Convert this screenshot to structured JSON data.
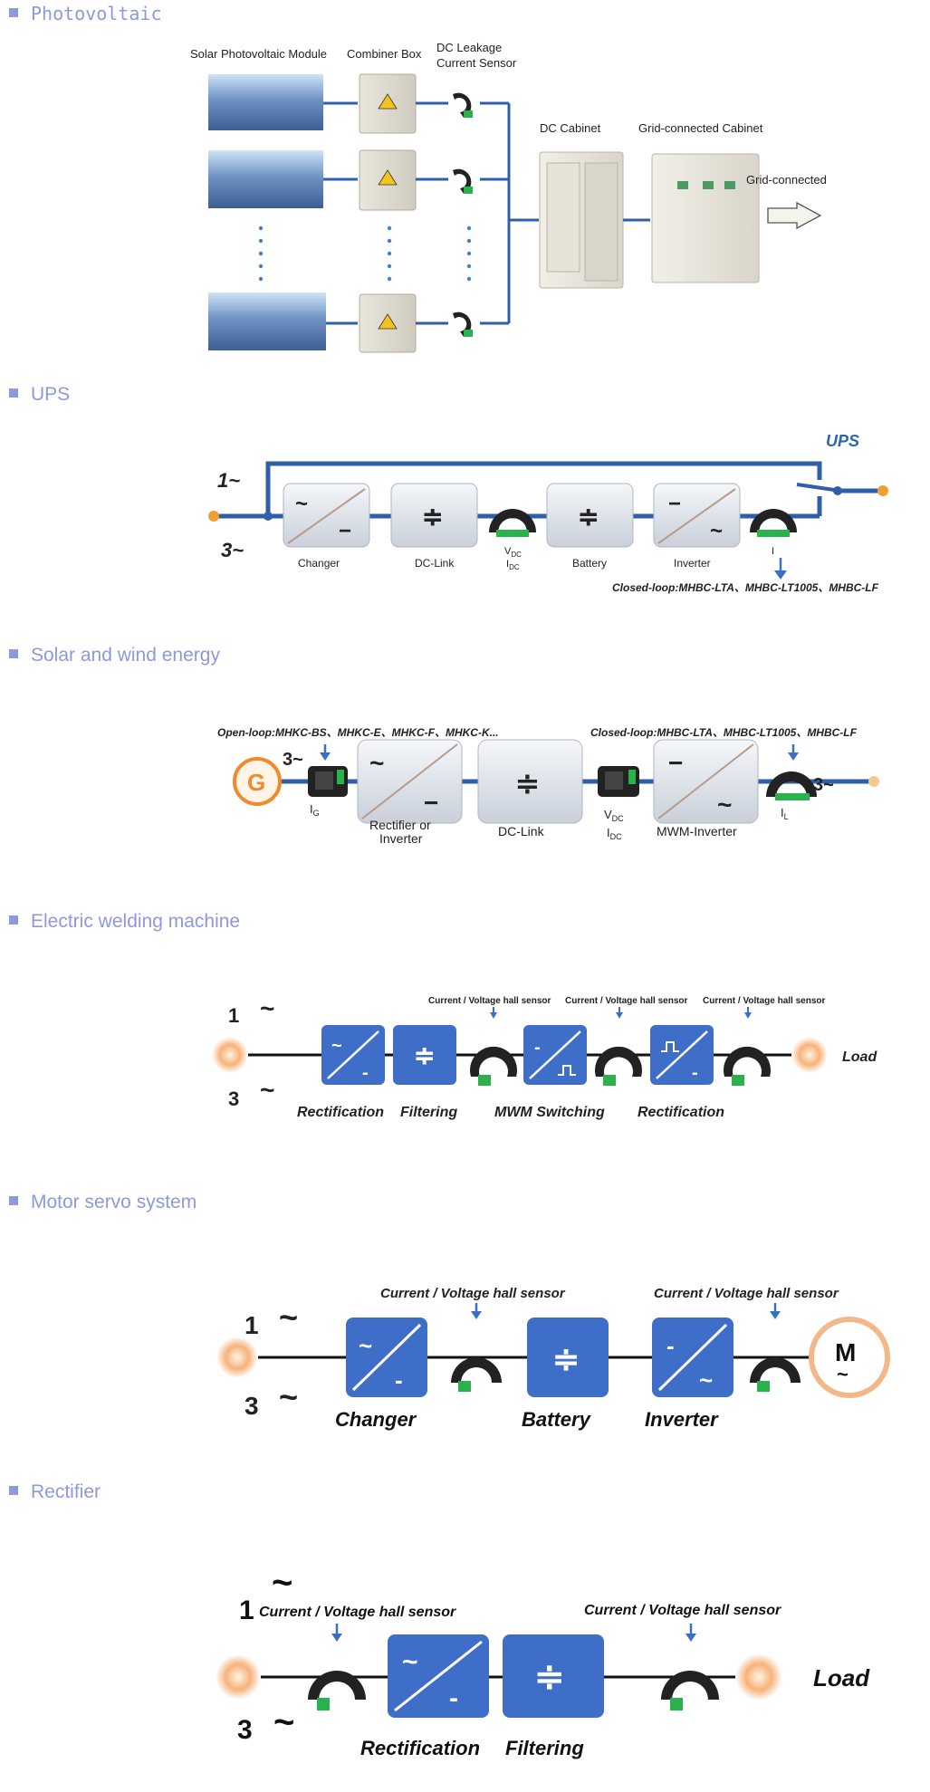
{
  "sections": [
    {
      "title": "Photovoltaic"
    },
    {
      "title": "UPS"
    },
    {
      "title": "Solar and wind energy"
    },
    {
      "title": "Electric welding machine"
    },
    {
      "title": "Motor servo system"
    },
    {
      "title": "Rectifier"
    }
  ],
  "colors": {
    "title": "#8e98dc",
    "line_blue": "#2f5fa8",
    "box_blue": "#3f6ec8",
    "box_gray": "#e4e8ee",
    "orange": "#f08a2c",
    "arrow": "#3a6fc8"
  },
  "pv": {
    "col_module": "Solar Photovoltaic Module",
    "col_combiner": "Combiner Box",
    "col_sensor_1": "DC Leakage",
    "col_sensor_2": "Current Sensor",
    "dc_cabinet": "DC Cabinet",
    "grid_cabinet": "Grid-connected Cabinet",
    "grid_connected": "Grid-connected"
  },
  "ups": {
    "brand": "UPS",
    "phase_1": "1~",
    "phase_3": "3~",
    "changer": "Changer",
    "dclink": "DC-Link",
    "vdc_sym": "V",
    "vdc_sub": "DC",
    "idc_sym": "I",
    "idc_sub": "DC",
    "battery": "Battery",
    "inverter": "Inverter",
    "i_label": "I",
    "closed_loop": "Closed-loop:MHBC-LTA、MHBC-LT1005、MHBC-LF"
  },
  "solar": {
    "open_loop": "Open-loop:MHKC-BS、MHKC-E、MHKC-F、MHKC-K...",
    "closed_loop": "Closed-loop:MHBC-LTA、MHBC-LT1005、MHBC-LF",
    "phase_in": "3~",
    "phase_out": "3~",
    "gen_letter": "G",
    "ig_sym": "I",
    "ig_sub": "G",
    "rect_1": "Rectifier or",
    "rect_2": "Inverter",
    "dclink": "DC-Link",
    "vdc_sym": "V",
    "vdc_sub": "DC",
    "idc_sym": "I",
    "idc_sub": "DC",
    "mwm": "MWM-Inverter",
    "il_sym": "I",
    "il_sub": "L"
  },
  "weld": {
    "phase_1": "1",
    "phase_3": "3",
    "tilde": "~",
    "sensor_1": "Current / Voltage hall sensor",
    "sensor_2": "Current / Voltage hall sensor",
    "sensor_3": "Current / Voltage hall sensor",
    "load": "Load",
    "rectification": "Rectification",
    "filtering": "Filtering",
    "mwm": "MWM Switching",
    "rectification_2": "Rectification"
  },
  "motor": {
    "phase_1": "1",
    "phase_3": "3",
    "tilde": "~",
    "sensor_1": "Current / Voltage hall sensor",
    "sensor_2": "Current / Voltage hall sensor",
    "changer": "Changer",
    "battery": "Battery",
    "inverter": "Inverter",
    "motor_letter": "M"
  },
  "rect": {
    "phase_1": "1",
    "phase_3": "3",
    "tilde": "~",
    "sensor_1": "Current / Voltage hall sensor",
    "sensor_2": "Current / Voltage hall sensor",
    "load": "Load",
    "rectification": "Rectification",
    "filtering": "Filtering"
  }
}
